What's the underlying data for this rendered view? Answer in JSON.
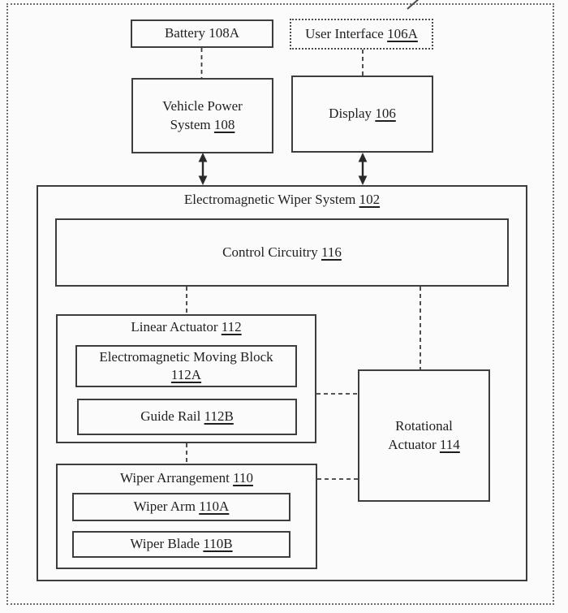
{
  "figure": {
    "nodes": {
      "battery": {
        "label": "Battery",
        "ref": "108A"
      },
      "user_interface": {
        "label": "User Interface",
        "ref": "106A"
      },
      "vehicle_power_system": {
        "label": "Vehicle Power System",
        "ref": "108"
      },
      "display": {
        "label": "Display",
        "ref": "106"
      },
      "wiper_system": {
        "label": "Electromagnetic Wiper System",
        "ref": "102"
      },
      "control_circuitry": {
        "label": "Control Circuitry",
        "ref": "116"
      },
      "linear_actuator": {
        "label": "Linear Actuator",
        "ref": "112"
      },
      "moving_block": {
        "label": "Electromagnetic Moving Block",
        "ref": "112A"
      },
      "guide_rail": {
        "label": "Guide Rail",
        "ref": "112B"
      },
      "rotational_actuator": {
        "label": "Rotational Actuator",
        "ref": "114"
      },
      "wiper_arrangement": {
        "label": "Wiper Arrangement",
        "ref": "110"
      },
      "wiper_arm": {
        "label": "Wiper Arm",
        "ref": "110A"
      },
      "wiper_blade": {
        "label": "Wiper Blade",
        "ref": "110B"
      }
    },
    "colors": {
      "line": "#3d3d3d",
      "text": "#1f1f1f",
      "background": "#fbfbfb"
    }
  }
}
